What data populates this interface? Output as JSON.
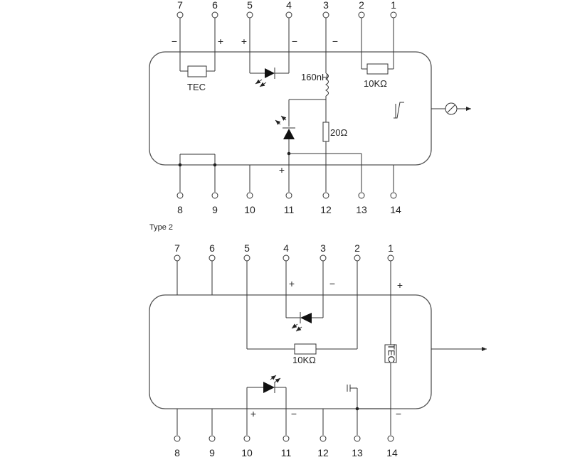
{
  "type1": {
    "pins": [
      "1",
      "2",
      "3",
      "4",
      "5",
      "6",
      "7",
      "8",
      "9",
      "10",
      "11",
      "12",
      "13",
      "14"
    ],
    "labels": {
      "tec": "TEC",
      "inductor": "160nH",
      "resistor": "10KΩ",
      "resistor2": "20Ω"
    },
    "signs": {
      "pin7": "−",
      "pin6": "+",
      "pin5": "+",
      "pin4": "−",
      "pin3": "−",
      "pin11": "+"
    }
  },
  "type2": {
    "caption": "Type 2",
    "pins": [
      "1",
      "2",
      "3",
      "4",
      "5",
      "6",
      "7",
      "8",
      "9",
      "10",
      "11",
      "12",
      "13",
      "14"
    ],
    "labels": {
      "resistor": "10KΩ",
      "tec": "TEC"
    },
    "signs": {
      "pin4": "+",
      "pin3": "−",
      "pin1": "+",
      "pin10": "+",
      "pin11": "−",
      "pin14": "−"
    }
  }
}
